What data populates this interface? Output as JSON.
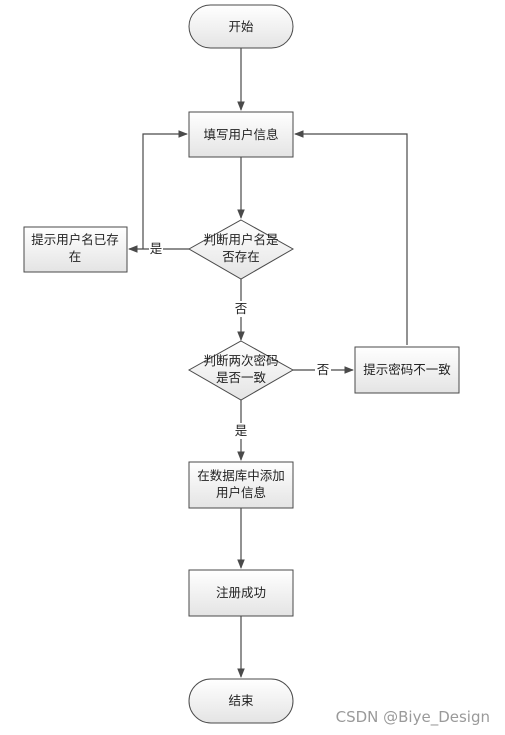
{
  "nodes": {
    "start": "开始",
    "fill_info": "填写用户信息",
    "check_exists_line1": "判断用户名是",
    "check_exists_line2": "否存在",
    "prompt_exists_line1": "提示用户名已存",
    "prompt_exists_line2": "在",
    "check_pwd_line1": "判断两次密码",
    "check_pwd_line2": "是否一致",
    "prompt_pwd": "提示密码不一致",
    "add_db_line1": "在数据库中添加",
    "add_db_line2": "用户信息",
    "register_success": "注册成功",
    "end": "结束"
  },
  "edges": {
    "exists_yes": "是",
    "exists_no": "否",
    "pwd_no": "否",
    "pwd_yes": "是"
  },
  "watermark": "CSDN @Biye_Design",
  "colors": {
    "box_fill_top": "#ffffff",
    "box_fill_bottom": "#e6e6e6",
    "stroke": "#4a4a4a"
  }
}
